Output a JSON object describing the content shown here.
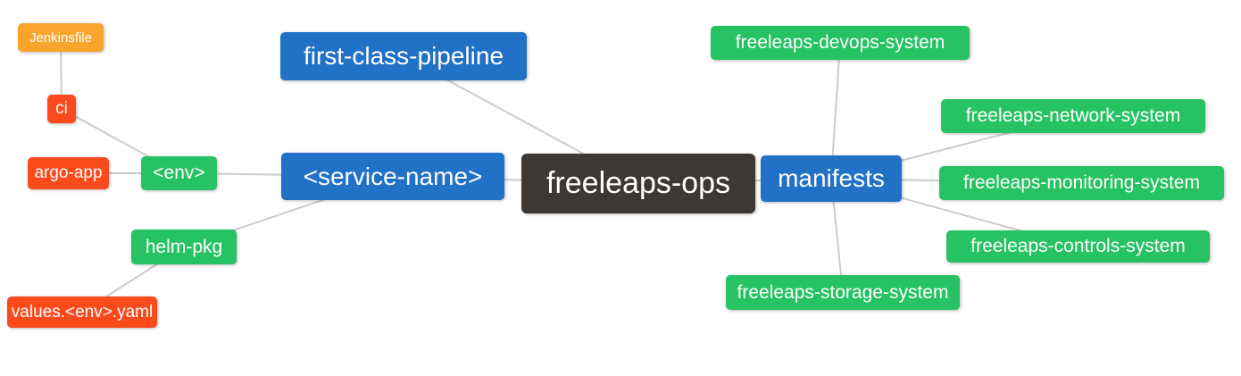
{
  "diagram": {
    "type": "mindmap",
    "background": "#ffffff",
    "edge_color": "#cccccc",
    "palette": {
      "root": "#3d3834",
      "level1": "#2171c6",
      "level2": "#26c263",
      "level3": "#fb4a1c",
      "level4": "#f9a42b"
    },
    "nodes": {
      "root": "freeleaps-ops",
      "first_class_pipeline": "first-class-pipeline",
      "service_name": "<service-name>",
      "manifests": "manifests",
      "env": "<env>",
      "helm_pkg": "helm-pkg",
      "ci": "ci",
      "argo_app": "argo-app",
      "jenkinsfile": "Jenkinsfile",
      "values_env_yaml": "values.<env>.yaml",
      "devops_system": "freeleaps-devops-system",
      "network_system": "freeleaps-network-system",
      "monitoring_system": "freeleaps-monitoring-system",
      "controls_system": "freeleaps-controls-system",
      "storage_system": "freeleaps-storage-system"
    },
    "edges": [
      [
        "jenkinsfile",
        "ci"
      ],
      [
        "ci",
        "env"
      ],
      [
        "argo_app",
        "env"
      ],
      [
        "env",
        "service_name"
      ],
      [
        "helm_pkg",
        "service_name"
      ],
      [
        "values_env_yaml",
        "helm_pkg"
      ],
      [
        "service_name",
        "root"
      ],
      [
        "first_class_pipeline",
        "root"
      ],
      [
        "root",
        "manifests"
      ],
      [
        "manifests",
        "devops_system"
      ],
      [
        "manifests",
        "network_system"
      ],
      [
        "manifests",
        "monitoring_system"
      ],
      [
        "manifests",
        "controls_system"
      ],
      [
        "manifests",
        "storage_system"
      ]
    ]
  }
}
